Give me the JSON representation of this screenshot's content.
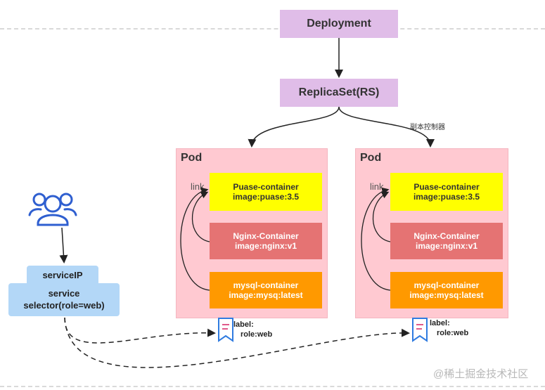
{
  "deployment": {
    "label": "Deployment"
  },
  "replicaset": {
    "label": "ReplicaSet(RS)",
    "note": "副本控制器"
  },
  "pods": [
    {
      "title": "Pod",
      "link_label": "link",
      "containers": [
        {
          "name": "Puase-container",
          "image": "image:puase:3.5"
        },
        {
          "name": "Nginx-Container",
          "image": "image:nginx:v1"
        },
        {
          "name": "mysql-container",
          "image": "image:mysq:latest"
        }
      ],
      "label_line1": "label:",
      "label_line2": "role:web"
    },
    {
      "title": "Pod",
      "link_label": "link",
      "containers": [
        {
          "name": "Puase-container",
          "image": "image:puase:3.5"
        },
        {
          "name": "Nginx-Container",
          "image": "image:nginx:v1"
        },
        {
          "name": "mysql-container",
          "image": "image:mysq:latest"
        }
      ],
      "label_line1": "label:",
      "label_line2": "role:web"
    }
  ],
  "service": {
    "ip_label": "serviceIP",
    "line1": "service",
    "line2": "selector(role=web)"
  },
  "watermark": "@稀土掘金技术社区",
  "colors": {
    "deployment": "#e0bde8",
    "pod": "#ffc9d1",
    "pause": "#ffff00",
    "nginx": "#e57373",
    "mysql": "#ff9900",
    "service": "#b3d7f7",
    "users_icon": "#2f5fd0"
  }
}
